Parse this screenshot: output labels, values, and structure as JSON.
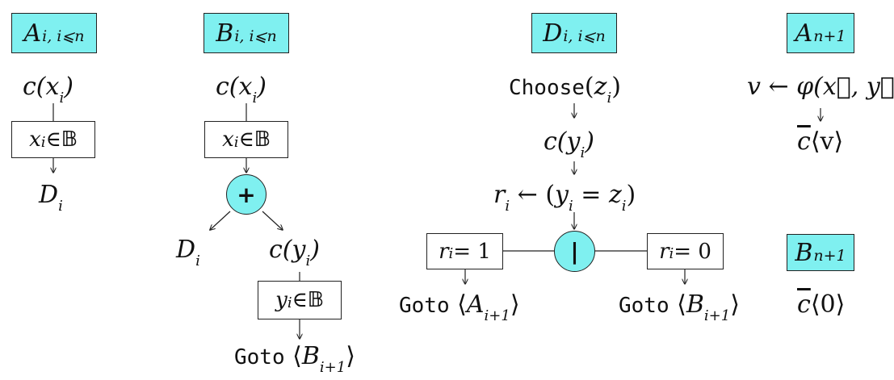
{
  "columns": {
    "A": {
      "header": {
        "base": "A",
        "sub": "i, i⩽n"
      },
      "step1": {
        "pre": "c(",
        "var": "x",
        "sub": "i",
        "post": ")"
      },
      "box": {
        "var": "x",
        "sub": "i",
        "rel": " ∈ ",
        "set": "𝔹"
      },
      "result": {
        "base": "D",
        "sub": "i"
      }
    },
    "B": {
      "header": {
        "base": "B",
        "sub": "i, i⩽n"
      },
      "step1": {
        "pre": "c(",
        "var": "x",
        "sub": "i",
        "post": ")"
      },
      "box1": {
        "var": "x",
        "sub": "i",
        "rel": " ∈ ",
        "set": "𝔹"
      },
      "node": "+",
      "left": {
        "base": "D",
        "sub": "i"
      },
      "right": {
        "pre": "c(",
        "var": "y",
        "sub": "i",
        "post": ")"
      },
      "box2": {
        "var": "y",
        "sub": "i",
        "rel": " ∈ ",
        "set": "𝔹"
      },
      "goto": {
        "kw": "Goto",
        "open": " ⟨",
        "base": "B",
        "sub": "i+1",
        "close": "⟩"
      }
    },
    "D": {
      "header": {
        "base": "D",
        "sub": "i, i⩽n"
      },
      "choose": {
        "kw": "Choose",
        "open": "(",
        "var": "z",
        "sub": "i",
        "close": ")"
      },
      "step2": {
        "pre": "c(",
        "var": "y",
        "sub": "i",
        "post": ")"
      },
      "assign": {
        "r": "r",
        "rsub": "i",
        "arrow": " ← (",
        "y": "y",
        "ysub": "i",
        "eq": " = ",
        "z": "z",
        "zsub": "i",
        "close": ")"
      },
      "node": "|",
      "leftbox": {
        "var": "r",
        "sub": "i",
        "rel": " = 1"
      },
      "rightbox": {
        "var": "r",
        "sub": "i",
        "rel": " = 0"
      },
      "goto_left": {
        "kw": "Goto",
        "open": " ⟨",
        "base": "A",
        "sub": "i+1",
        "close": "⟩"
      },
      "goto_right": {
        "kw": "Goto",
        "open": " ⟨",
        "base": "B",
        "sub": "i+1",
        "close": "⟩"
      }
    },
    "An1": {
      "header": {
        "base": "A",
        "sub": "n+1"
      },
      "assign": "v ← φ(x⃗, y⃗)",
      "send": {
        "chan": "c",
        "msg": "⟨v⟩"
      }
    },
    "Bn1": {
      "header": {
        "base": "B",
        "sub": "n+1"
      },
      "send": {
        "chan": "c",
        "msg": "⟨0⟩"
      }
    }
  },
  "colors": {
    "accent": "#7ff0f0",
    "stroke": "#222222"
  }
}
